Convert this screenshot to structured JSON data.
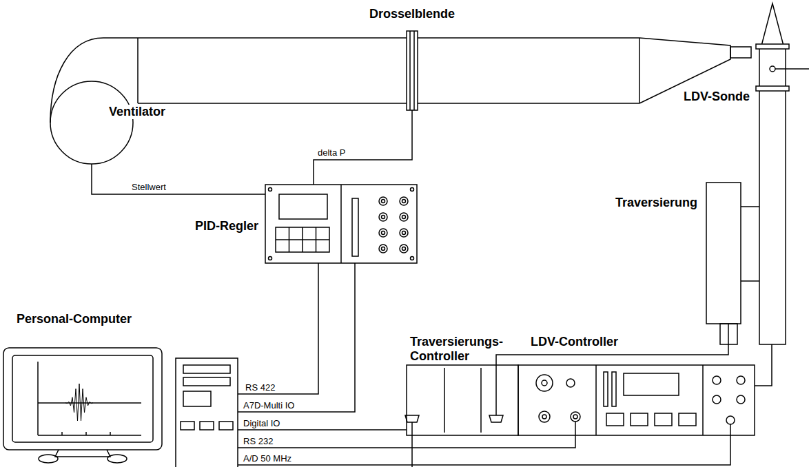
{
  "diagram": {
    "nodes": [
      {
        "text": [
          "Drosselblende"
        ]
      },
      {
        "text": [
          "LDV-Sonde"
        ]
      },
      {
        "text": [
          "Ventilator"
        ]
      },
      {
        "text": [
          "Traversierung"
        ]
      },
      {
        "text": [
          "PID-Regler"
        ]
      },
      {
        "text": [
          "Personal-Computer"
        ]
      },
      {
        "text": [
          "Traversierungs- Controller"
        ]
      },
      {
        "text": [
          "LDV-Controller"
        ]
      }
    ],
    "edges": [
      {
        "from": 2,
        "to": 4,
        "label": "Stellwert",
        "arrow": "none"
      },
      {
        "from": 0,
        "to": 4,
        "label": "delta P",
        "arrow": "none"
      },
      {
        "from": 4,
        "to": 5,
        "label": "RS 422",
        "arrow": "none"
      },
      {
        "from": 4,
        "to": 5,
        "label": "A7D-Multi IO",
        "arrow": "none"
      },
      {
        "from": 5,
        "to": 6,
        "label": "Digital IO",
        "arrow": "none"
      },
      {
        "from": 5,
        "to": 7,
        "label": "RS 232",
        "arrow": "none"
      },
      {
        "from": 5,
        "to": 7,
        "label": "A/D 50 MHz",
        "arrow": "none"
      },
      {
        "from": 6,
        "to": 3,
        "arrow": "none"
      },
      {
        "from": 7,
        "to": 1,
        "arrow": "none"
      },
      {
        "from": 3,
        "to": 1,
        "arrow": "none"
      },
      {
        "from": 3,
        "to": 1,
        "arrow": "none"
      }
    ]
  }
}
